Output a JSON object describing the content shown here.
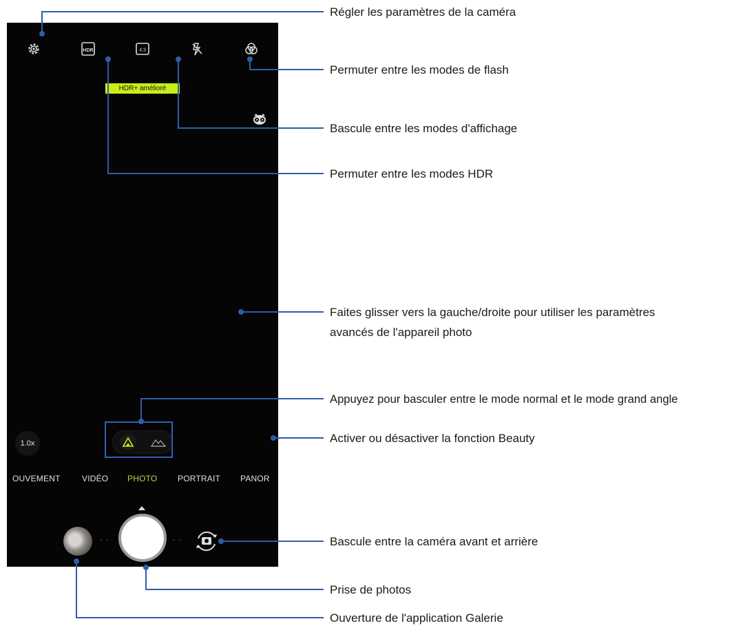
{
  "camera": {
    "top_bar": {
      "icons": [
        "gear-icon",
        "hdr-icon",
        "aspect-ratio-icon",
        "flash-off-icon",
        "filter-icon"
      ],
      "aspect_ratio_label": "4:3"
    },
    "hdr_badge": "HDR+ amélioré",
    "beauty_icon": "owl-icon",
    "zoom_label": "1.0x",
    "lens_options": [
      "normal-lens-icon",
      "wide-angle-lens-icon"
    ],
    "modes": [
      "OUVEMENT",
      "VIDÉO",
      "PHOTO",
      "PORTRAIT",
      "PANOR"
    ],
    "active_mode": "PHOTO"
  },
  "callouts": {
    "settings": "Régler les paramètres de la caméra",
    "flash": "Permuter entre les modes de flash",
    "display": "Bascule entre les modes d'affichage",
    "hdr": "Permuter entre les modes HDR",
    "swipe_line1": "Faites glisser vers la gauche/droite pour utiliser les paramètres",
    "swipe_line2": "avancés de l'appareil photo",
    "lens": "Appuyez pour basculer entre le mode normal et le mode grand angle",
    "beauty": "Activer ou désactiver la fonction Beauty",
    "switch_camera": "Bascule entre la caméra avant et arrière",
    "shutter": "Prise de photos",
    "gallery": "Ouverture de l'application Galerie"
  },
  "colors": {
    "leader_line": "#2c5ea8",
    "hdr_badge_bg": "#c8ee1a",
    "active_mode": "#b7d94a",
    "viewfinder_bg": "#050505"
  }
}
